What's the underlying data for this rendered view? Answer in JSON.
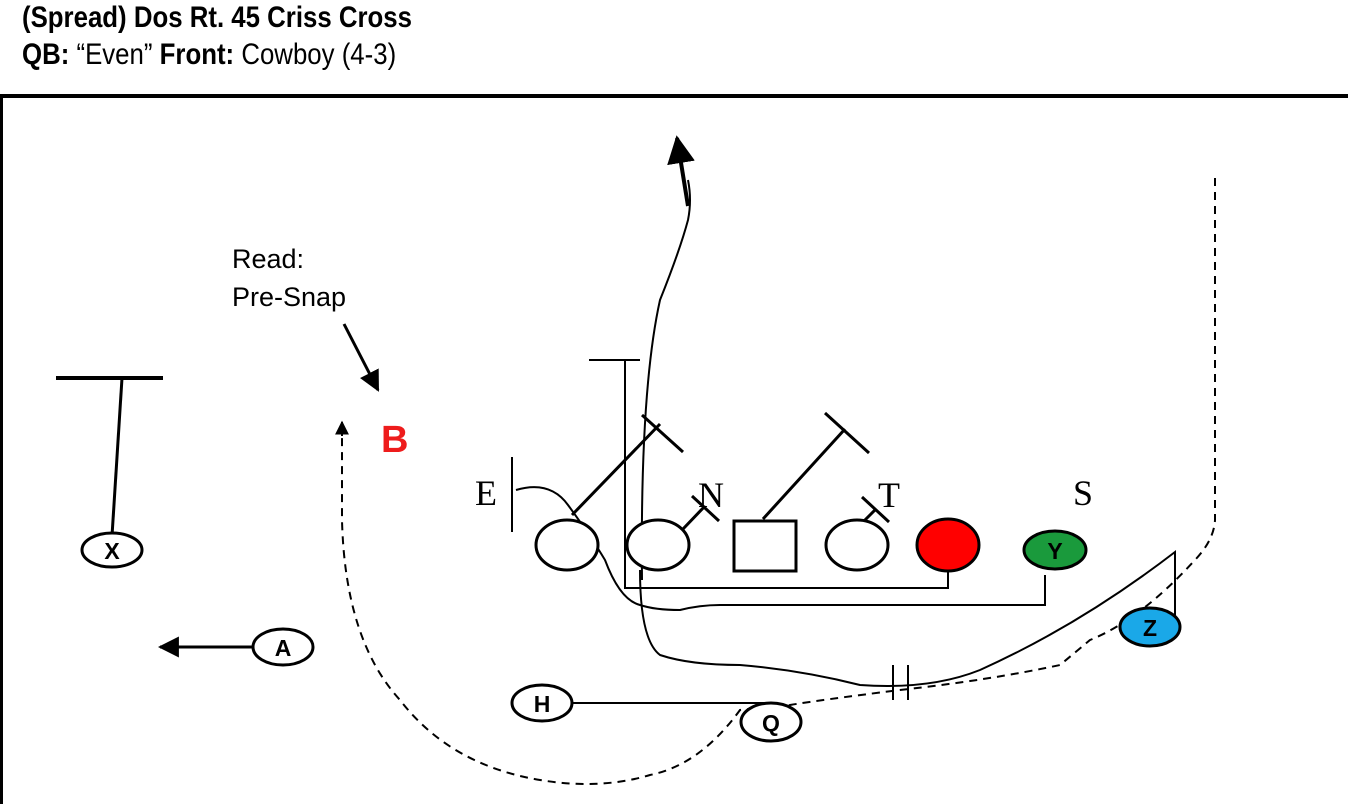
{
  "header": {
    "title": "(Spread) Dos Rt. 45 Criss Cross",
    "qb_label": "QB:",
    "qb_call": "“Even”",
    "front_label": "Front:",
    "front_value": "Cowboy (4-3)"
  },
  "annotation": {
    "line1": "Read:",
    "line2": "Pre-Snap",
    "read_defender": "B"
  },
  "defense_labels": [
    "E",
    "N",
    "T",
    "S"
  ],
  "players": {
    "x": "X",
    "a": "A",
    "h": "H",
    "q": "Q",
    "y": "Y",
    "z": "Z"
  },
  "colors": {
    "read_defender": "#ee1c1c",
    "tight_end_fill": "#ff0000",
    "y_fill": "#1a9a3c",
    "z_fill": "#1aa8e8",
    "line": "#000000"
  }
}
